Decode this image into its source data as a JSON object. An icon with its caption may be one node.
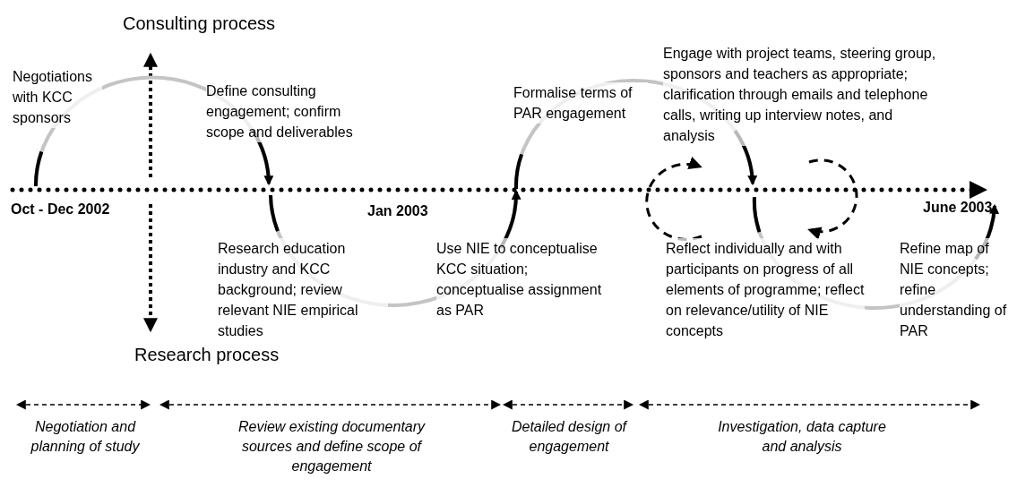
{
  "diagram": {
    "labels": [
      "Consulting process",
      "Negotiations with KCC sponsors",
      "Define consulting engagement; confirm scope and deliverables",
      "Formalise terms of PAR engagement",
      "Engage with project teams, steering group, sponsors and teachers as appropriate; clarification through emails and telephone calls, writing up interview notes, and analysis",
      "Oct - Dec 2002",
      "Jan 2003",
      "June 2003",
      "Research education industry and KCC background; review relevant NIE empirical studies",
      "Use NIE to conceptualise KCC situation; conceptualise assignment as PAR",
      "Reflect individually and with participants on progress of all elements of programme; reflect on relevance/utility of NIE concepts",
      "Refine map of NIE concepts; refine understanding of PAR",
      "Research process",
      "Negotiation and planning of study",
      "Review existing documentary sources and define scope of engagement",
      "Detailed design of engagement",
      "Investigation, data capture and analysis"
    ]
  }
}
